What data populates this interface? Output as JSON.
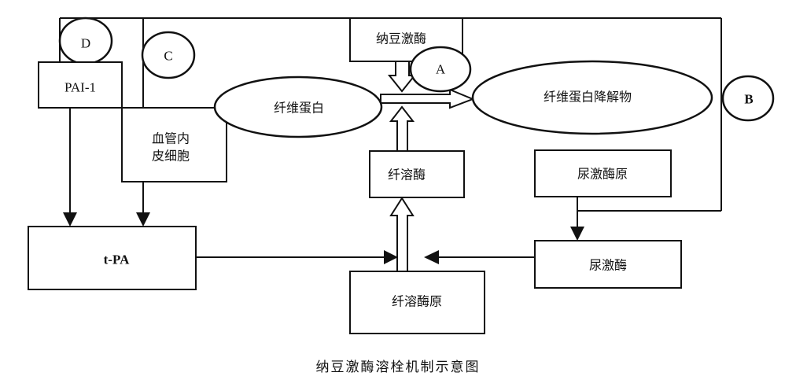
{
  "diagram": {
    "title": "纳豆激酶溶栓机制示意图",
    "nodes": {
      "nattokinase": "纳豆激酶",
      "fibrin": "纤维蛋白",
      "fdp": "纤维蛋白降解物",
      "pai1": "PAI-1",
      "endothelial_line1": "血管内",
      "endothelial_line2": "皮细胞",
      "plasmin": "纤溶酶",
      "plasminogen": "纤溶酶原",
      "tpa": "t-PA",
      "prourokinase": "尿激酶原",
      "urokinase": "尿激酶"
    },
    "markers": {
      "a": "A",
      "b": "B",
      "c": "C",
      "d": "D"
    },
    "edges": [
      {
        "from": "纳豆激酶",
        "to": "纤维蛋白→纤维蛋白降解物",
        "style": "hollow-arrow"
      },
      {
        "from": "纤维蛋白",
        "to": "纤维蛋白降解物",
        "style": "hollow-arrow"
      },
      {
        "from": "纤溶酶",
        "to": "纤维蛋白→纤维蛋白降解物",
        "style": "hollow-arrow"
      },
      {
        "from": "纤溶酶原",
        "to": "纤溶酶",
        "style": "hollow-arrow"
      },
      {
        "from": "PAI-1",
        "to": "t-PA",
        "style": "solid-arrow"
      },
      {
        "from": "血管内皮细胞",
        "to": "t-PA",
        "style": "solid-arrow"
      },
      {
        "from": "t-PA",
        "to": "纤溶酶原→纤溶酶",
        "style": "solid-arrow"
      },
      {
        "from": "尿激酶",
        "to": "纤溶酶原→纤溶酶",
        "style": "solid-arrow"
      },
      {
        "from": "尿激酶原",
        "to": "尿激酶",
        "style": "solid-arrow"
      }
    ]
  }
}
